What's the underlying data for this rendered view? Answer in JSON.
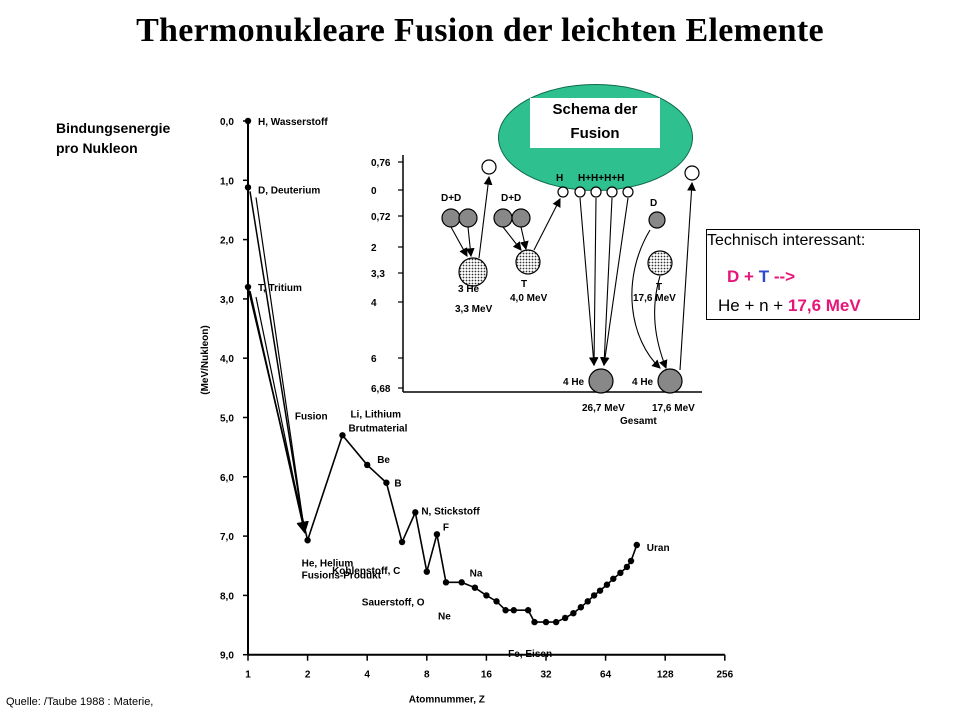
{
  "title": "Thermonukleare Fusion der leichten Elemente",
  "ylabel_top": [
    "Bindungsenergie",
    "pro Nukleon"
  ],
  "source": "Quelle: /Taube 1988 : Materie,",
  "schema_label": [
    "Schema der",
    "Fusion"
  ],
  "technical": {
    "title": "Technisch interessant:",
    "line1": {
      "D": "D",
      "plus": "+",
      "T": "T",
      "arrow": "-->"
    },
    "line2": {
      "prefix": "He + n + ",
      "energy": "17,6 MeV"
    }
  },
  "colors": {
    "schema_fill": "#2fc08f",
    "pink": "#e6157a",
    "blue": "#2b4bd0"
  },
  "chart_data": [
    {
      "type": "line",
      "ylabel": "(MeV/Nukleon)",
      "xlabel": "Atomnummer, Z",
      "x_scale": "log2",
      "y_inverted": true,
      "xlim": [
        1,
        256
      ],
      "ylim": [
        0,
        9
      ],
      "x_ticks": [
        "1",
        "2",
        "4",
        "8",
        "16",
        "32",
        "64",
        "128",
        "256"
      ],
      "y_ticks": [
        "0,0",
        "1,0",
        "2,0",
        "3,0",
        "4,0",
        "5,0",
        "6,0",
        "7,0",
        "8,0",
        "9,0"
      ],
      "points": [
        {
          "z": 1,
          "e": 0.0
        },
        {
          "z": 1,
          "e": 1.12
        },
        {
          "z": 1,
          "e": 2.8
        },
        {
          "z": 2,
          "e": 7.07
        },
        {
          "z": 3,
          "e": 5.3
        },
        {
          "z": 4,
          "e": 5.8
        },
        {
          "z": 5,
          "e": 6.1
        },
        {
          "z": 6,
          "e": 7.1
        },
        {
          "z": 7,
          "e": 6.6
        },
        {
          "z": 8,
          "e": 7.6
        },
        {
          "z": 9,
          "e": 6.97
        },
        {
          "z": 10,
          "e": 7.78
        },
        {
          "z": 12,
          "e": 7.78
        },
        {
          "z": 14,
          "e": 7.87
        },
        {
          "z": 16,
          "e": 8.0
        },
        {
          "z": 18,
          "e": 8.1
        },
        {
          "z": 20,
          "e": 8.25
        },
        {
          "z": 22,
          "e": 8.25
        },
        {
          "z": 26,
          "e": 8.25
        },
        {
          "z": 28,
          "e": 8.45
        },
        {
          "z": 32,
          "e": 8.45
        },
        {
          "z": 36,
          "e": 8.45
        },
        {
          "z": 40,
          "e": 8.38
        },
        {
          "z": 44,
          "e": 8.3
        },
        {
          "z": 48,
          "e": 8.2
        },
        {
          "z": 52,
          "e": 8.1
        },
        {
          "z": 56,
          "e": 8.0
        },
        {
          "z": 60,
          "e": 7.92
        },
        {
          "z": 65,
          "e": 7.82
        },
        {
          "z": 70,
          "e": 7.72
        },
        {
          "z": 76,
          "e": 7.62
        },
        {
          "z": 82,
          "e": 7.52
        },
        {
          "z": 86,
          "e": 7.42
        },
        {
          "z": 92,
          "e": 7.15
        }
      ],
      "fusion_arrows": [
        {
          "from_z": 1,
          "from_e": 1.12,
          "to_e": 7.07
        },
        {
          "from_z": 1,
          "from_e": 2.8,
          "to_e": 7.07
        }
      ],
      "annotations": [
        {
          "text": "H, Wasserstoff",
          "z": 1,
          "e": 0.0
        },
        {
          "text": "D, Deuterium",
          "z": 1,
          "e": 1.12
        },
        {
          "text": "T, Tritium",
          "z": 1,
          "e": 2.8
        },
        {
          "text": "Fusion",
          "z": 1.5,
          "e": 5.0
        },
        {
          "text": "Li, Lithium",
          "z": 3,
          "e": 5.0
        },
        {
          "text": "Brutmaterial",
          "z": 3,
          "e": 5.2
        },
        {
          "text": "Be",
          "z": 4,
          "e": 5.8
        },
        {
          "text": "B",
          "z": 5,
          "e": 6.1
        },
        {
          "text": "He, Helium",
          "z": 2,
          "e": 7.2
        },
        {
          "text": "Fusions-Produkt",
          "z": 2,
          "e": 7.4
        },
        {
          "text": "Kohlenstoff, C",
          "z": 6,
          "e": 7.3
        },
        {
          "text": "N, Stickstoff",
          "z": 7,
          "e": 6.6
        },
        {
          "text": "F",
          "z": 9,
          "e": 6.97
        },
        {
          "text": "Sauerstoff, O",
          "z": 8,
          "e": 7.9
        },
        {
          "text": "Na",
          "z": 12,
          "e": 7.78
        },
        {
          "text": "Ne",
          "z": 10,
          "e": 8.1
        },
        {
          "text": "Fe, Eisen",
          "z": 26,
          "e": 8.8
        },
        {
          "text": "Uran",
          "z": 92,
          "e": 7.15
        }
      ]
    },
    {
      "type": "diagram",
      "y_ticks": [
        "0,76",
        "0",
        "0,72",
        "2",
        "3,3",
        "4",
        "6",
        "6,68"
      ],
      "reactions": [
        {
          "reactants": "D+D",
          "product": "3 He",
          "energy": "3,3 MeV"
        },
        {
          "reactants": "D+D",
          "product": "T",
          "energy": "4,0 MeV"
        },
        {
          "reactants": "H",
          "extra": "H+H+H+H",
          "product": "4 He",
          "energy": "26,7 MeV"
        },
        {
          "reactants": "D",
          "product": "T",
          "energy": "17,6 MeV"
        },
        {
          "product": "4 He",
          "energy": "17,6 MeV"
        }
      ],
      "x_caption": "Gesamt"
    }
  ]
}
